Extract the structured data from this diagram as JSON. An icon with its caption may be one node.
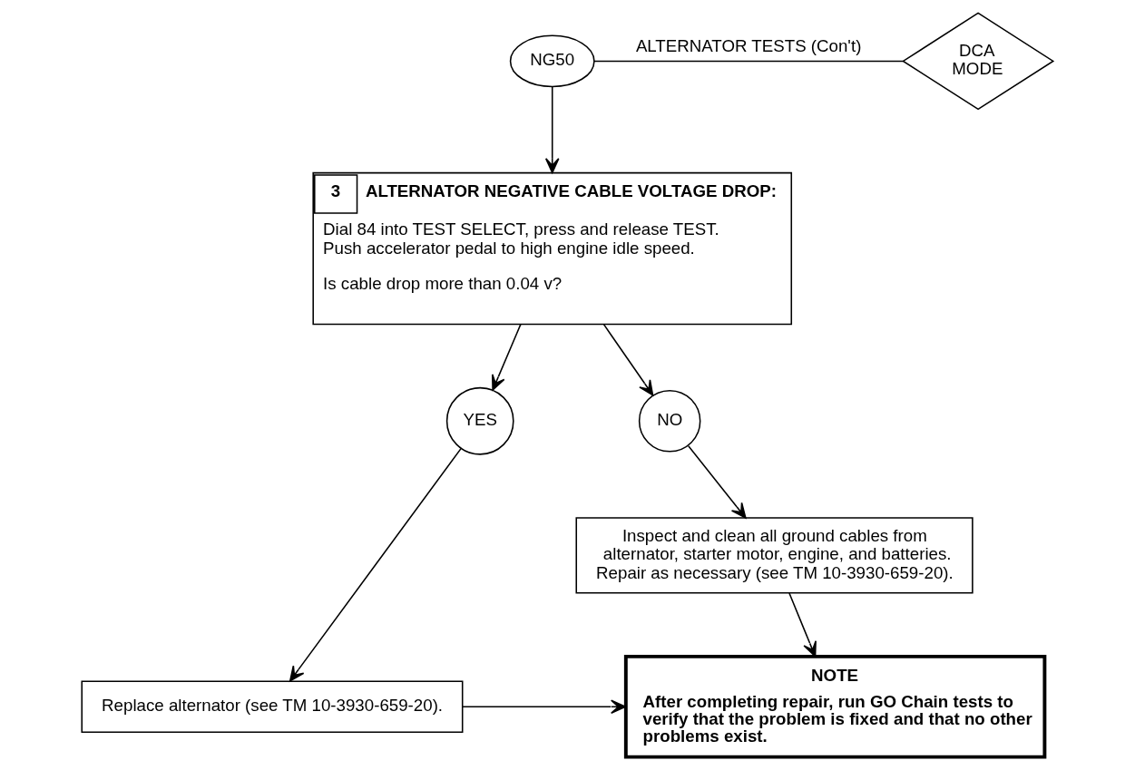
{
  "diagram": {
    "nodes": [
      {
        "text": [
          "NG50"
        ]
      },
      {
        "text": [
          "DCA MODE"
        ]
      },
      {
        "text": [
          "3",
          "ALTERNATOR NEGATIVE CABLE VOLTAGE DROP:",
          "Dial 84 into TEST SELECT, press and release TEST.",
          "Push accelerator pedal to high engine idle speed.",
          "Is cable drop more than 0.04 v?"
        ]
      },
      {
        "text": [
          "YES"
        ]
      },
      {
        "text": [
          "NO"
        ]
      },
      {
        "text": [
          "Inspect and clean all ground cables from alternator, starter motor, engine, and batteries. Repair as necessary (see TM 10-3930-659-20)."
        ]
      },
      {
        "text": [
          "Replace alternator (see TM 10-3930-659-20)."
        ]
      },
      {
        "text": [
          "NOTE",
          "After completing repair, run GO Chain tests to verify that the problem is fixed and that no other problems exist."
        ]
      }
    ],
    "edges": [
      {
        "from": 0,
        "to": 1,
        "arrow": "none",
        "label": "ALTERNATOR TESTS (Con't)"
      },
      {
        "from": 0,
        "to": 2,
        "arrow": "to"
      },
      {
        "from": 2,
        "to": 3,
        "arrow": "to"
      },
      {
        "from": 2,
        "to": 4,
        "arrow": "to"
      },
      {
        "from": 4,
        "to": 5,
        "arrow": "to"
      },
      {
        "from": 3,
        "to": 6,
        "arrow": "to"
      },
      {
        "from": 5,
        "to": 7,
        "arrow": "to"
      },
      {
        "from": 6,
        "to": 7,
        "arrow": "to"
      }
    ]
  }
}
